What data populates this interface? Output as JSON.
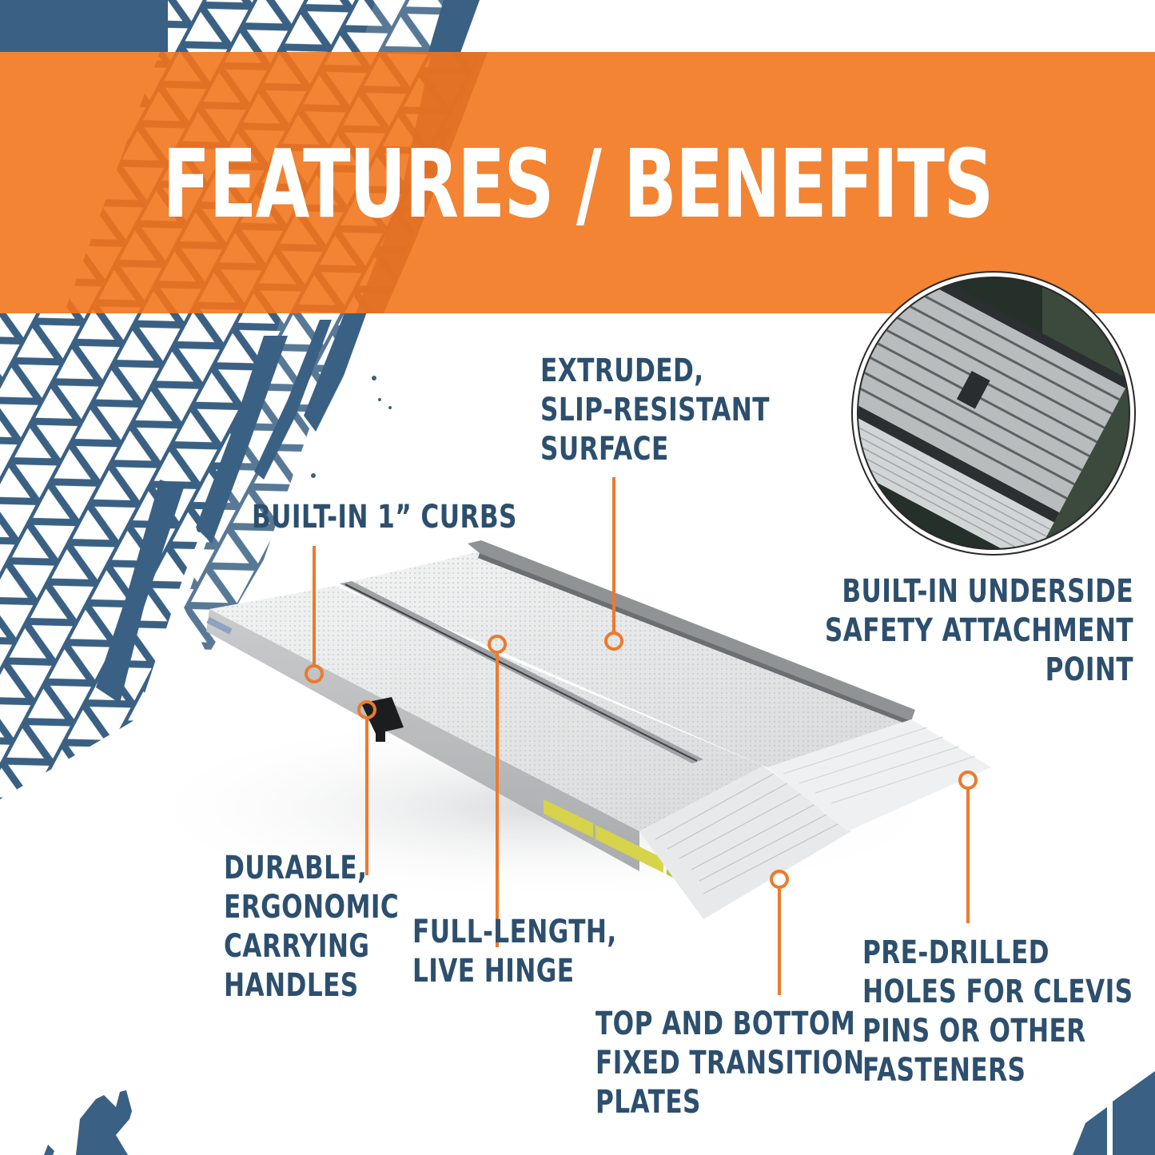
{
  "header": {
    "title": "FEATURES / BENEFITS"
  },
  "colors": {
    "banner_orange": "#f28434",
    "tread_blue": "#3a6184",
    "label_navy": "#2d4f6e",
    "callout_orange": "#ec7a2e",
    "background": "#ffffff"
  },
  "inset": {
    "subject": "ramp-underside-photo"
  },
  "callouts": [
    {
      "id": "surface",
      "lines": [
        "EXTRUDED,",
        "SLIP-RESISTANT",
        "SURFACE"
      ]
    },
    {
      "id": "curbs",
      "lines": [
        "BUILT-IN 1” CURBS"
      ]
    },
    {
      "id": "safety",
      "lines": [
        "BUILT-IN UNDERSIDE",
        "SAFETY ATTACHMENT",
        "POINT"
      ]
    },
    {
      "id": "handles",
      "lines": [
        "DURABLE,",
        "ERGONOMIC",
        "CARRYING",
        "HANDLES"
      ]
    },
    {
      "id": "hinge",
      "lines": [
        "FULL-LENGTH,",
        "LIVE HINGE"
      ]
    },
    {
      "id": "plates",
      "lines": [
        "TOP AND BOTTOM",
        "FIXED TRANSITION",
        "PLATES"
      ]
    },
    {
      "id": "holes",
      "lines": [
        "PRE-DRILLED",
        "HOLES FOR CLEVIS",
        "PINS OR OTHER",
        "FASTENERS"
      ]
    }
  ]
}
